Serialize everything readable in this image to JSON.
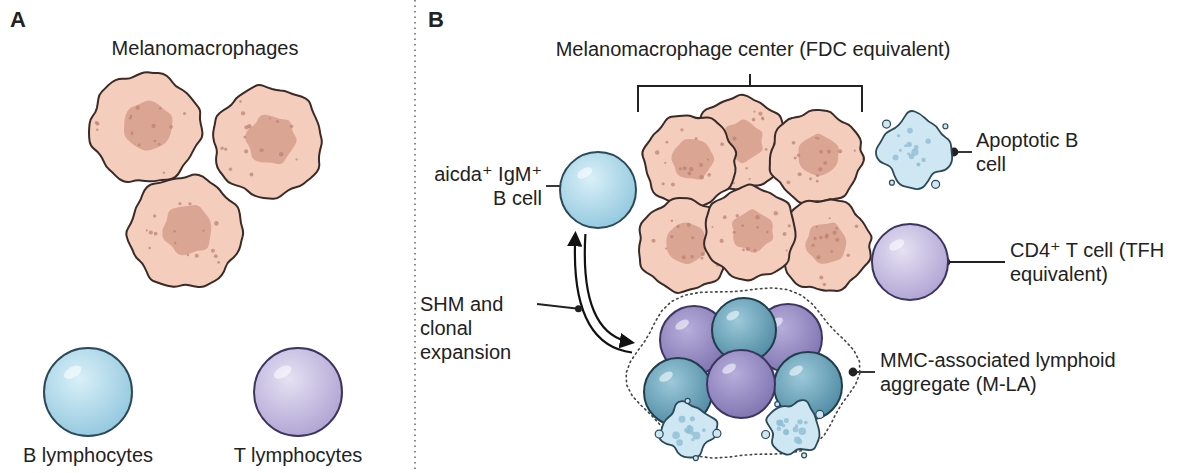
{
  "diagram": {
    "nodes": [
      {
        "text": [
          "B lymphocytes"
        ]
      },
      {
        "text": [
          "T lymphocytes"
        ]
      },
      {
        "text": [
          "aicda⁺ IgM⁺ B cell"
        ]
      },
      {
        "text": [
          "Melanomacrophage center (FDC equivalent)"
        ]
      },
      {
        "text": [
          "Apoptotic B cell"
        ]
      },
      {
        "text": [
          "CD4⁺ T cell (TFH equivalent)"
        ]
      },
      {
        "text": [
          "MMC-associated lymphoid aggregate (M-LA)"
        ]
      }
    ],
    "edges": [
      {
        "from": 2,
        "to": 6,
        "arrow": "both",
        "label": "SHM and clonal expansion"
      }
    ],
    "labels": [
      "A",
      "B",
      "Melanomacrophages"
    ]
  }
}
